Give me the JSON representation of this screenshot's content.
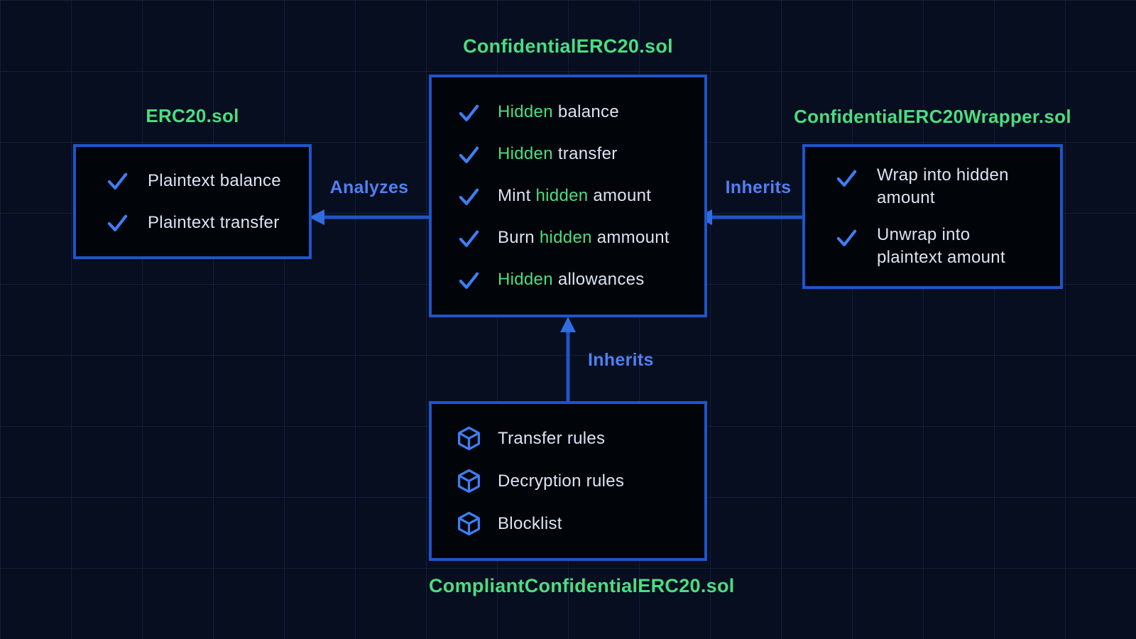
{
  "colors": {
    "background": "#070e20",
    "grid_line": "#141f3a",
    "box_fill": "#010409",
    "box_border": "#1e55c9",
    "check_blue": "#3d7ef5",
    "edge_label_blue": "#5080f0",
    "title_green": "#4ade80",
    "item_text_light": "#dce3f4"
  },
  "nodes": {
    "confidential_erc20": {
      "title": "ConfidentialERC20.sol",
      "items": [
        {
          "parts": [
            {
              "text": "Hidden",
              "color": "green"
            },
            {
              "text": " balance",
              "color": "light"
            }
          ]
        },
        {
          "parts": [
            {
              "text": "Hidden",
              "color": "green"
            },
            {
              "text": " transfer",
              "color": "light"
            }
          ]
        },
        {
          "parts": [
            {
              "text": "Mint ",
              "color": "light"
            },
            {
              "text": "hidden",
              "color": "green"
            },
            {
              "text": " amount",
              "color": "light"
            }
          ]
        },
        {
          "parts": [
            {
              "text": "Burn ",
              "color": "light"
            },
            {
              "text": "hidden",
              "color": "green"
            },
            {
              "text": " ammount",
              "color": "light"
            }
          ]
        },
        {
          "parts": [
            {
              "text": "Hidden",
              "color": "green"
            },
            {
              "text": " allowances",
              "color": "light"
            }
          ]
        }
      ]
    },
    "erc20": {
      "title": "ERC20.sol",
      "items": [
        "Plaintext balance",
        "Plaintext transfer"
      ]
    },
    "confidential_erc20_wrapper": {
      "title": "ConfidentialERC20Wrapper.sol",
      "items": [
        "Wrap into hidden amount",
        "Unwrap into plaintext amount"
      ]
    },
    "compliant_confidential_erc20": {
      "title": "CompliantConfidentialERC20.sol",
      "items": [
        "Transfer rules",
        "Decryption rules",
        "Blocklist"
      ]
    }
  },
  "edges": {
    "analyzes": {
      "label": "Analyzes",
      "from": "ConfidentialERC20.sol",
      "to": "ERC20.sol"
    },
    "inherits_right": {
      "label": "Inherits",
      "from": "ConfidentialERC20Wrapper.sol",
      "to": "ConfidentialERC20.sol"
    },
    "inherits_up": {
      "label": "Inherits",
      "from": "CompliantConfidentialERC20.sol",
      "to": "ConfidentialERC20.sol"
    }
  },
  "icons": {
    "check": "check-icon",
    "cube": "cube-icon"
  }
}
